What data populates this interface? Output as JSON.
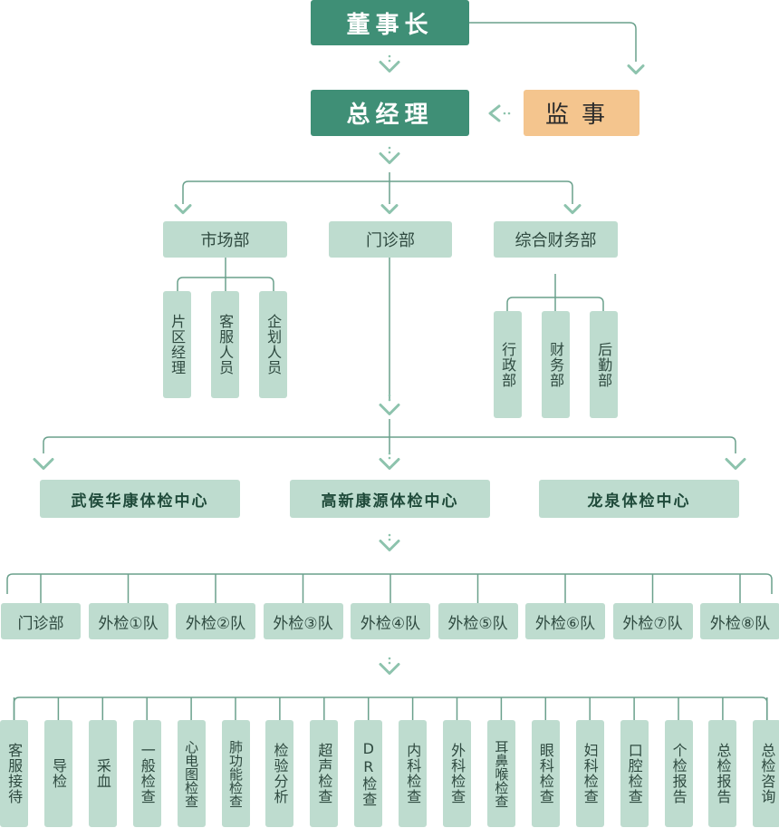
{
  "chairman": "董事长",
  "general_manager": "总经理",
  "supervisor": "监事",
  "departments": [
    "市场部",
    "门诊部",
    "综合财务部"
  ],
  "market_sub": [
    "片区经理",
    "客服人员",
    "企划人员"
  ],
  "finance_sub": [
    "行政部",
    "财务部",
    "后勤部"
  ],
  "centers": [
    "武侯华康体检中心",
    "高新康源体检中心",
    "龙泉体检中心"
  ],
  "teams": [
    "门诊部",
    "外检①队",
    "外检②队",
    "外检③队",
    "外检④队",
    "外检⑤队",
    "外检⑥队",
    "外检⑦队",
    "外检⑧队"
  ],
  "services": [
    "客服接待",
    "导检",
    "采血",
    "一般检查",
    "心电图检查",
    "肺功能检查",
    "检验分析",
    "超声检查",
    "DR检查",
    "内科检查",
    "外科检查",
    "耳鼻喉检查",
    "眼科检查",
    "妇科检查",
    "口腔检查",
    "个检报告",
    "总检报告",
    "总检咨询"
  ],
  "colors": {
    "primary": "#3f8f76",
    "light": "#bedccf",
    "accent": "#f4c58e",
    "line": "#6aa08c",
    "arrow": "#8dc3ad"
  }
}
